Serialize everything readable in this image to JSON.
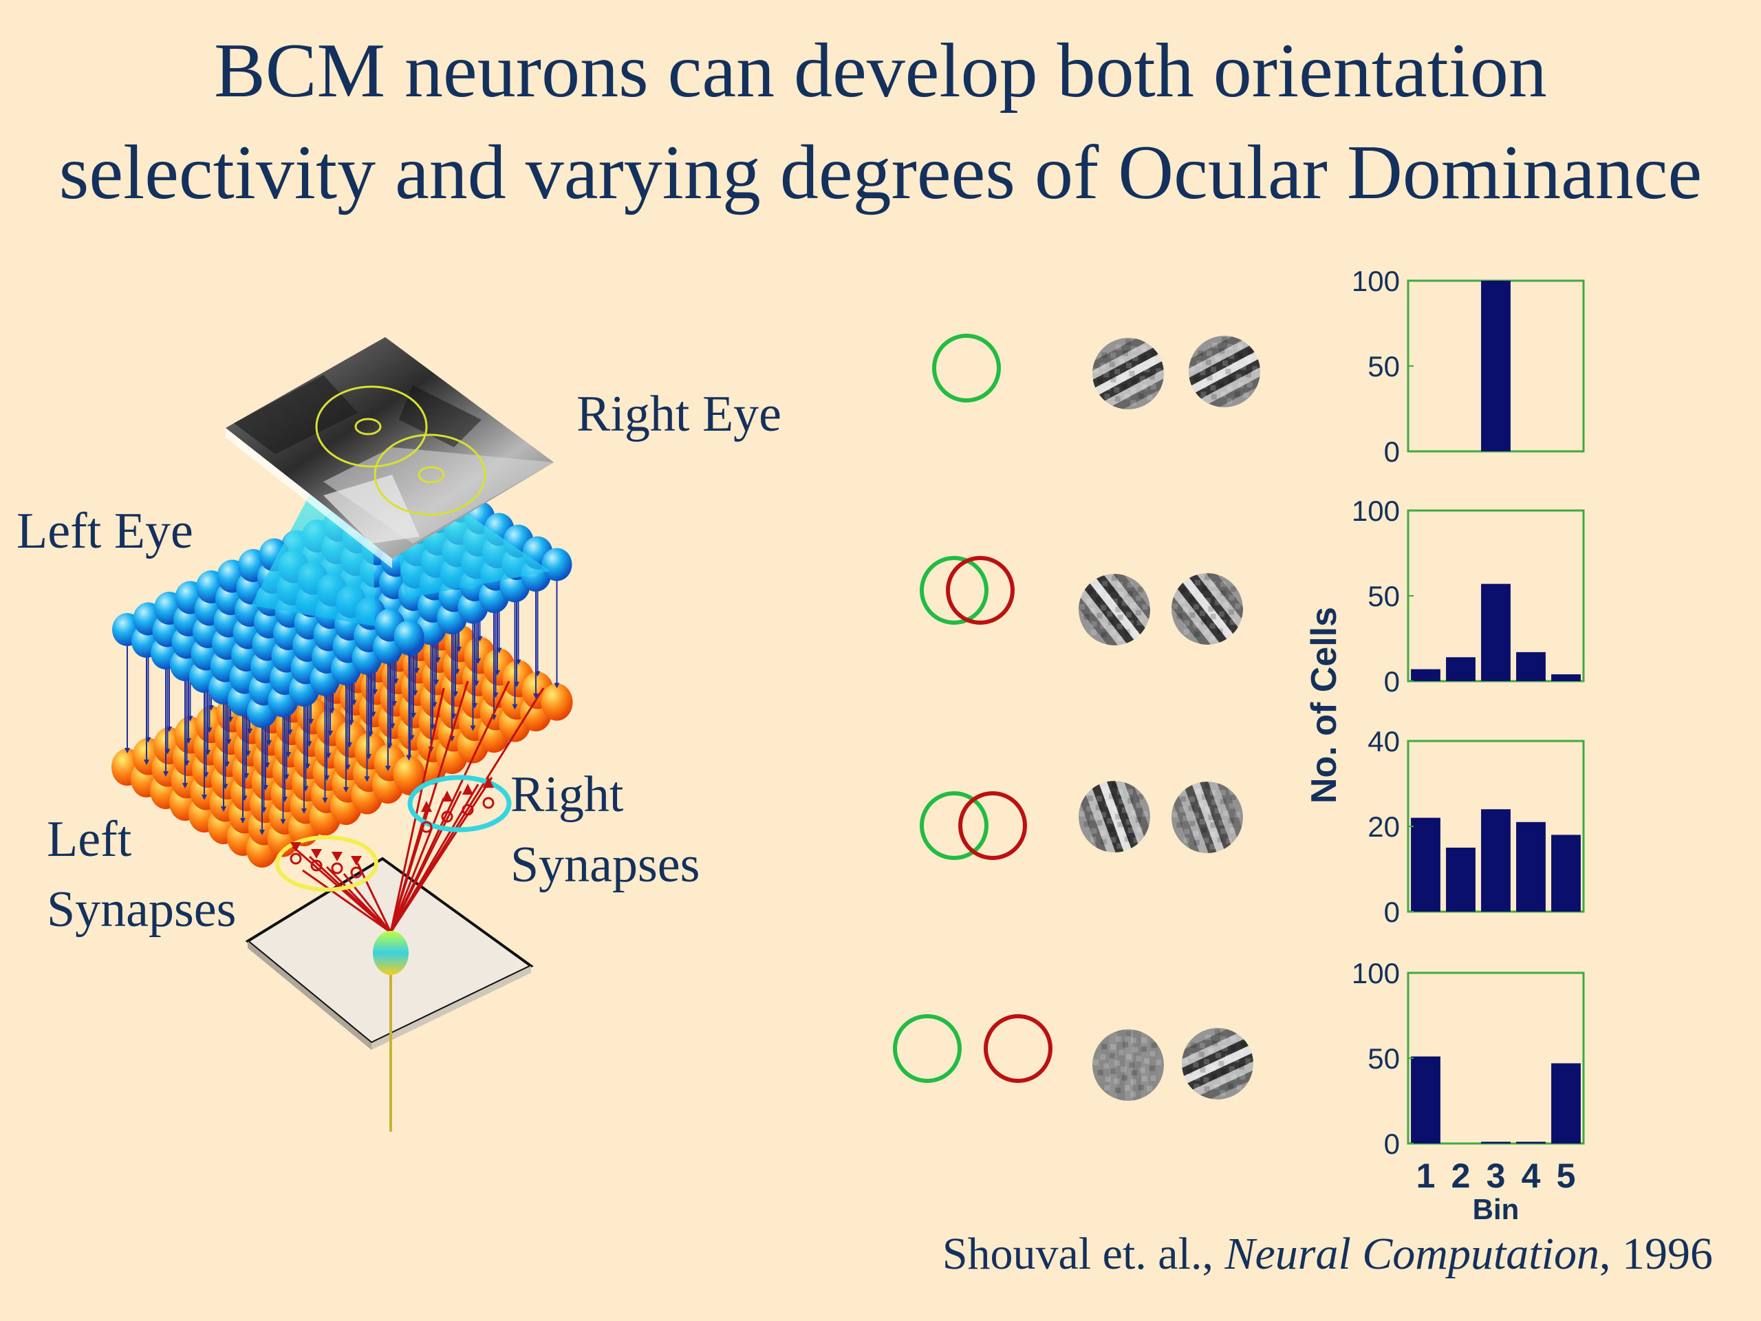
{
  "title": {
    "line1": "BCM neurons can develop both orientation",
    "line2": "selectivity and varying degrees of Ocular Dominance"
  },
  "diagram_labels": {
    "right_eye": "Right Eye",
    "left_eye": "Left Eye",
    "left_synapses_1": "Left",
    "left_synapses_2": "Synapses",
    "right_synapses_1": "Right",
    "right_synapses_2": "Synapses"
  },
  "citation": {
    "authors": "Shouval et. al., ",
    "journal": "Neural Computation",
    "year": ", 1996"
  },
  "colors": {
    "background": "#FEEBCB",
    "text": "#14305C",
    "bar_fill": "#0A0F6B",
    "axes_frame": "#3FAA3F",
    "left_eye_circle": "#22BB44",
    "right_eye_circle": "#BB1111",
    "left_synapse_ring": "#F5EE50",
    "right_synapse_ring": "#33D6E0"
  },
  "chart_data": [
    {
      "type": "bar",
      "categories": [
        "1",
        "2",
        "3",
        "4",
        "5"
      ],
      "values": [
        0,
        0,
        100,
        0,
        0
      ],
      "ylim": [
        0,
        100
      ],
      "yticks": [
        "0",
        "50",
        "100"
      ]
    },
    {
      "type": "bar",
      "categories": [
        "1",
        "2",
        "3",
        "4",
        "5"
      ],
      "values": [
        7,
        14,
        57,
        17,
        4
      ],
      "ylim": [
        0,
        100
      ],
      "yticks": [
        "0",
        "50",
        "100"
      ]
    },
    {
      "type": "bar",
      "categories": [
        "1",
        "2",
        "3",
        "4",
        "5"
      ],
      "values": [
        22,
        15,
        24,
        21,
        18
      ],
      "ylim": [
        0,
        40
      ],
      "yticks": [
        "0",
        "20",
        "40"
      ]
    },
    {
      "type": "bar",
      "categories": [
        "1",
        "2",
        "3",
        "4",
        "5"
      ],
      "values": [
        51,
        0,
        1,
        1,
        47
      ],
      "ylim": [
        0,
        100
      ],
      "yticks": [
        "0",
        "50",
        "100"
      ],
      "xlabel": "Bin",
      "xticks": [
        "1",
        "2",
        "3",
        "4",
        "5"
      ]
    }
  ],
  "chart_common": {
    "ylabel": "No. of Cells"
  }
}
